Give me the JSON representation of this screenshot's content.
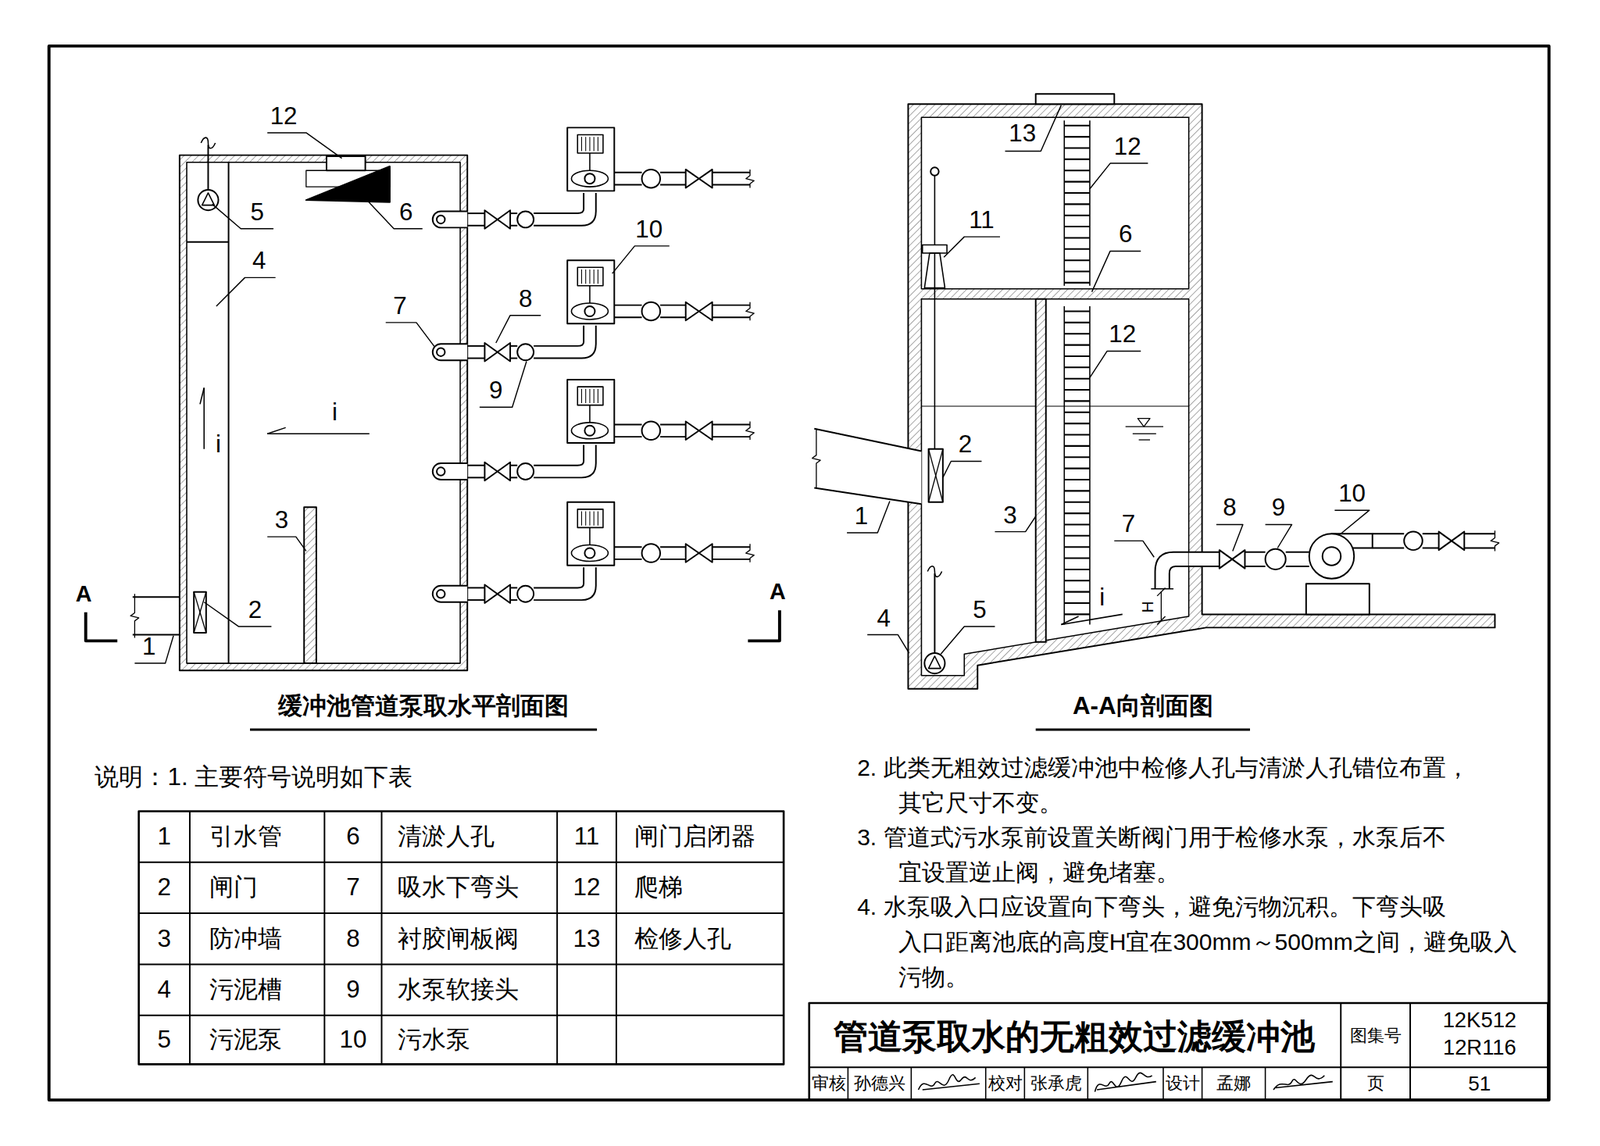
{
  "diagram": {
    "title": "管道泵取水的无粗效过滤缓冲池",
    "labels": [
      "12",
      "5",
      "6",
      "4",
      "10",
      "7",
      "8",
      "9",
      "i",
      "i",
      "3",
      "2",
      "1",
      "A",
      "A",
      "13",
      "12",
      "11",
      "6",
      "12",
      "2",
      "1",
      "3",
      "7",
      "8",
      "9",
      "10",
      "i",
      "H",
      "4",
      "5",
      "缓冲池管道泵取水平剖面图",
      "A-A向剖面图",
      "说明：1. 主要符号说明如下表",
      "1",
      "引水管",
      "6",
      "清淤人孔",
      "11",
      "闸门启闭器",
      "2",
      "闸门",
      "7",
      "吸水下弯头",
      "12",
      "爬梯",
      "3",
      "防冲墙",
      "8",
      "衬胶闸板阀",
      "13",
      "检修人孔",
      "4",
      "污泥槽",
      "9",
      "水泵软接头",
      "5",
      "污泥泵",
      "10",
      "污水泵",
      "2. 此类无粗效过滤缓冲池中检修人孔与清淤人孔错位布置， 其它尺寸不变。",
      "3. 管道式污水泵前设置关断阀门用于检修水泵，水泵后不 宜设置逆止阀，避免堵塞。",
      "4. 水泵吸入口应设置向下弯头，避免污物沉积。下弯头吸 入口距离池底的高度H宜在300mm～500mm之间，避免吸入 污物。",
      "图集号",
      "12K512",
      "12R116",
      "审核",
      "孙德兴",
      "校对",
      "张承虎",
      "设计",
      "孟娜",
      "页",
      "51"
    ]
  }
}
